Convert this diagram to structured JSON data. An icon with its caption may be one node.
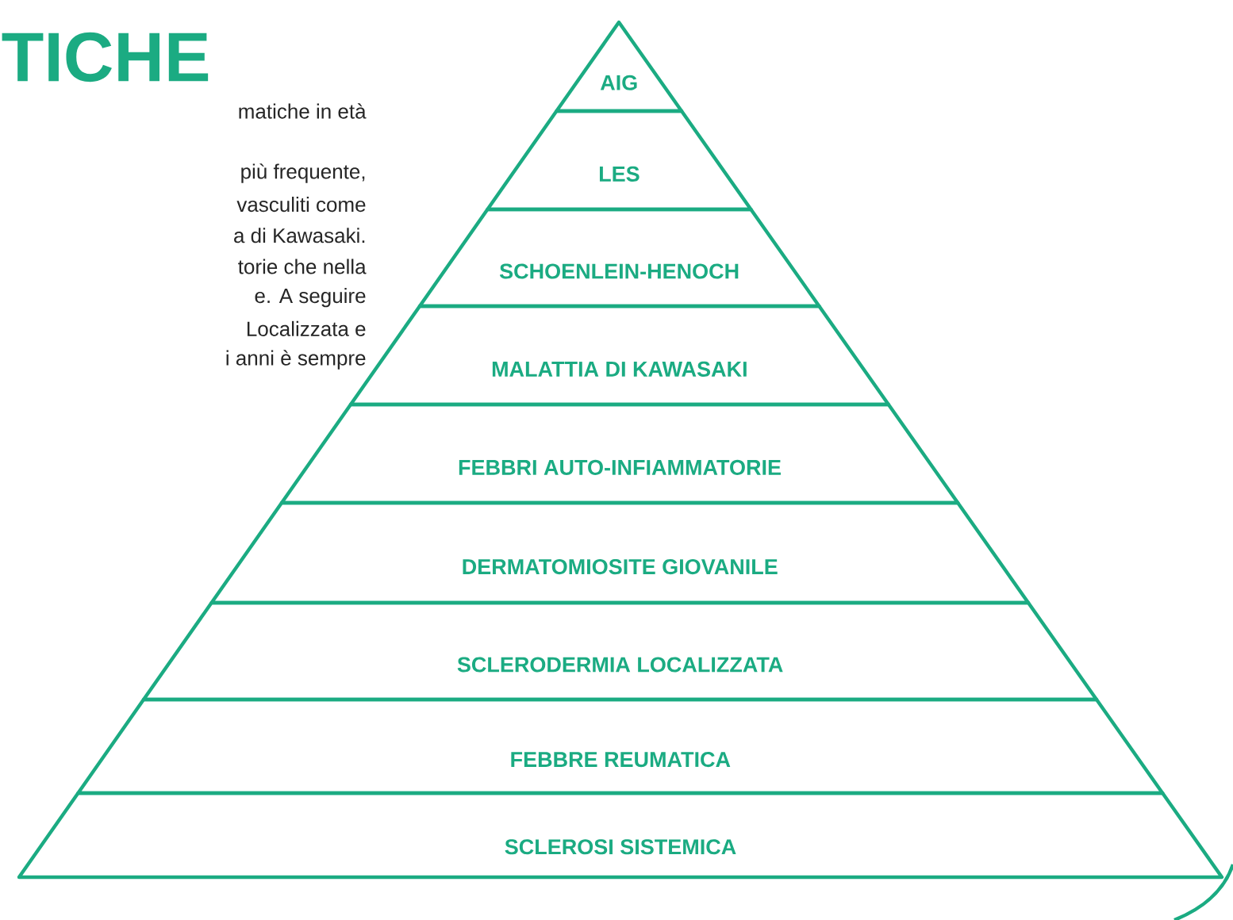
{
  "diagram": {
    "title": "TICHE",
    "nodes": [
      {
        "text": [
          "AIG"
        ]
      },
      {
        "text": [
          "LES"
        ]
      },
      {
        "text": [
          "SCHOENLEIN-HENOCH"
        ]
      },
      {
        "text": [
          "MALATTIA DI KAWASAKI"
        ]
      },
      {
        "text": [
          "FEBBRI AUTO-INFIAMMATORIE"
        ]
      },
      {
        "text": [
          "DERMATOMIOSITE GIOVANILE"
        ]
      },
      {
        "text": [
          "SCLERODERMIA LOCALIZZATA"
        ]
      },
      {
        "text": [
          "FEBBRE REUMATICA"
        ]
      },
      {
        "text": [
          "SCLEROSI SISTEMICA"
        ]
      }
    ],
    "labels": [
      "matiche in età",
      "più frequente,",
      "vasculiti come",
      "a di Kawasaki.",
      "torie che nella",
      "e.  A seguire",
      "Localizzata e",
      "i anni è sempre"
    ]
  }
}
